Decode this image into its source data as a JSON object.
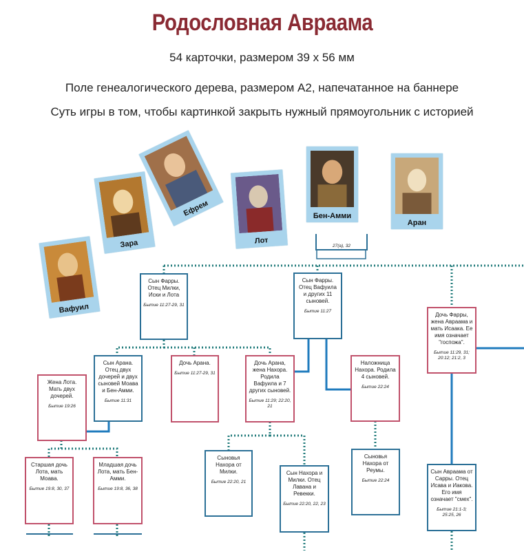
{
  "header": {
    "title": "Родословная Авраама",
    "subtitle_cards": "54 карточки, размером  39 х 56 мм",
    "subtitle_field": "Поле генеалогического дерева, размером А2, напечатанное на баннере",
    "subtitle_game": "Суть игры в том, чтобы картинкой закрыть нужный прямоугольник с историей"
  },
  "cards": [
    {
      "name": "Вафуил",
      "palette": [
        "#c98a3a",
        "#7a3b1c",
        "#e8c28a"
      ]
    },
    {
      "name": "Зара",
      "palette": [
        "#b3782f",
        "#5e3a1e",
        "#f0d6a4"
      ]
    },
    {
      "name": "Ефрем",
      "palette": [
        "#a0704a",
        "#4a5a7a",
        "#e9c39a"
      ]
    },
    {
      "name": "Лот",
      "palette": [
        "#6a5a8a",
        "#8a2a2a",
        "#d8c8b0"
      ]
    },
    {
      "name": "Бен-Амми",
      "palette": [
        "#4a3a2a",
        "#8a6a3a",
        "#d8a878"
      ]
    },
    {
      "name": "Аран",
      "palette": [
        "#c8a87a",
        "#7a5a3a",
        "#f0e0c0"
      ]
    }
  ],
  "tree": {
    "top_box_ref": "27(а), 32",
    "boxes": {
      "haran": {
        "text": "Сын Фарры. Отец Милки, Иски и Лота",
        "ref": "Бытие 11:27-29, 31"
      },
      "nahor": {
        "text": "Сын Фарры. Отец Вафуила и других 11 сыновей.",
        "ref": "Бытие 11:27"
      },
      "sarah": {
        "text": "Дочь Фарры, жена Авраама и мать Исаака. Ее имя означает \"госпожа\".",
        "ref": "Бытие 11:29, 31; 20:12; 21:2, 3"
      },
      "lot": {
        "text": "Сын Арана. Отец двух дочерей и двух сыновей Моава и Бен-Амми.",
        "ref": "Бытие 11:31"
      },
      "iska": {
        "text": "Дочь Арана.",
        "ref": "Бытие 11:27-29, 31"
      },
      "milcah": {
        "text": "Дочь Арана, жена Нахора. Родила Вафуила и 7 других сыновей.",
        "ref": "Бытие 11:29; 22:20, 21"
      },
      "reumah": {
        "text": "Наложница Нахора. Родила 4 сыновей.",
        "ref": "Бытие 22:24"
      },
      "lotwife": {
        "text": "Жена Лота. Мать двух дочерей.",
        "ref": "Бытие 19:26"
      },
      "elder": {
        "text": "Старшая дочь Лота, мать Моава.",
        "ref": "Бытие 19:8, 30, 37"
      },
      "younger": {
        "text": "Младшая дочь Лота, мать Бен-Амми.",
        "ref": "Бытие 19:8, 36, 38"
      },
      "milcahsons": {
        "text": "Сыновья Нахора от Милки.",
        "ref": "Бытие 22:20, 21"
      },
      "bethuel": {
        "text": "Сын Нахора и Милки. Отец Лавана и Ревекки.",
        "ref": "Бытие 22:20, 22, 23"
      },
      "reumahsons": {
        "text": "Сыновья Нахора от Реумы.",
        "ref": "Бытие 22:24"
      },
      "isaac": {
        "text": "Сын Авраама от Сарры. Отец Исава и Иакова. Его имя означает \"смех\".",
        "ref": "Бытие 21:1-3; 25:25, 26"
      }
    }
  }
}
